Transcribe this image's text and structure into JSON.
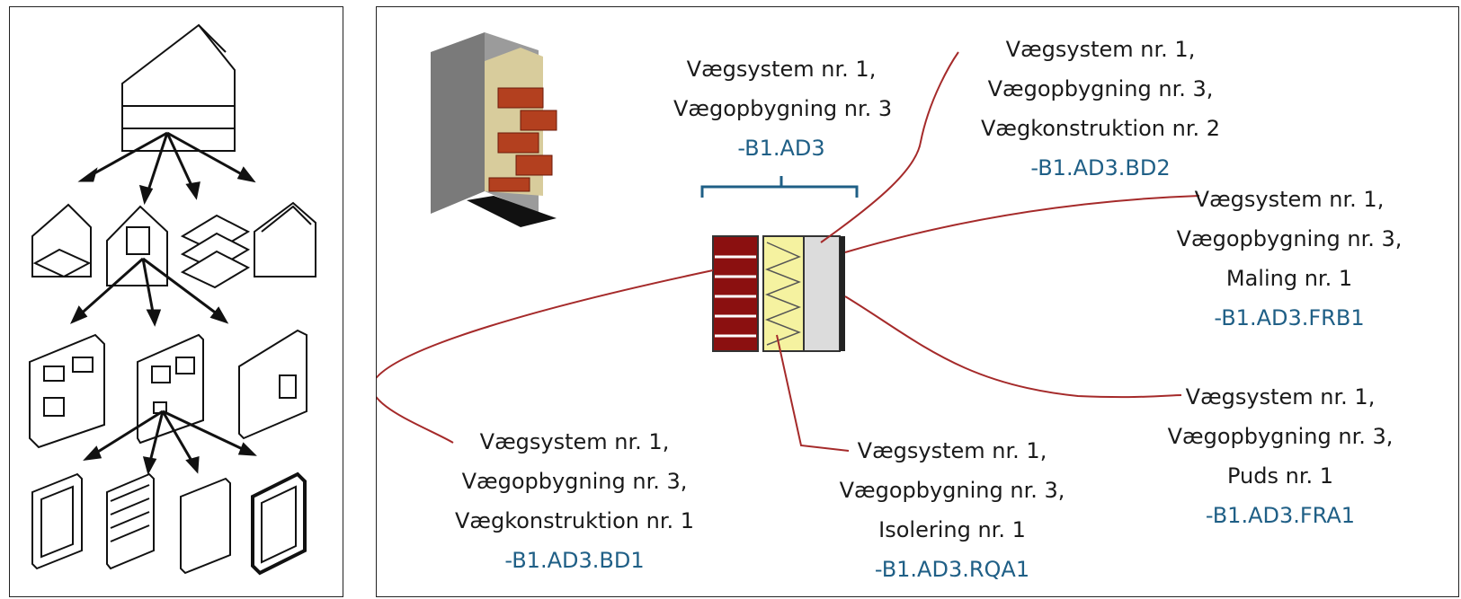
{
  "labels": {
    "top_center": {
      "line1": "Vægsystem nr. 1,",
      "line2": "Vægopbygning nr. 3",
      "code": "-B1.AD3"
    },
    "top_right": {
      "line1": "Vægsystem nr. 1,",
      "line2": "Vægopbygning nr. 3,",
      "line3": "Vægkonstruktion nr. 2",
      "code": "-B1.AD3.BD2"
    },
    "right_upper": {
      "line1": "Vægsystem nr. 1,",
      "line2": "Vægopbygning nr. 3,",
      "line3": "Maling nr. 1",
      "code": "-B1.AD3.FRB1"
    },
    "right_lower": {
      "line1": "Vægsystem nr. 1,",
      "line2": "Vægopbygning nr. 3,",
      "line3": "Puds nr. 1",
      "code": "-B1.AD3.FRA1"
    },
    "bottom_center": {
      "line1": "Vægsystem nr. 1,",
      "line2": "Vægopbygning nr. 3,",
      "line3": "Isolering nr. 1",
      "code": "-B1.AD3.RQA1"
    },
    "bottom_left": {
      "line1": "Vægsystem nr. 1,",
      "line2": "Vægopbygning nr. 3,",
      "line3": "Vægkonstruktion nr. 1",
      "code": "-B1.AD3.BD1"
    }
  },
  "colors": {
    "leader": "#a52a2a",
    "brace": "#1f5f86",
    "brick": "#8b1010",
    "insulation": "#f5f2a0",
    "plaster": "#dcdcdc",
    "code_text": "#1f5f86"
  },
  "icons": [
    "house-hierarchy-icon",
    "wall-section-icon",
    "brick-wall-3d-icon"
  ]
}
